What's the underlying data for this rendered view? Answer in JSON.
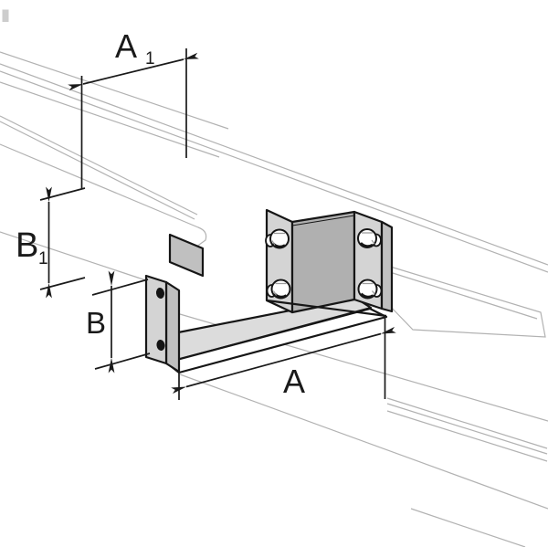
{
  "diagram": {
    "title": "bracket-dimension-drawing",
    "colors": {
      "background": "#ffffff",
      "outline": "#161616",
      "dimension": "#1a1a1a",
      "rail_line": "#b2b2b2",
      "fill_light": "#d4d4d4",
      "fill_mid": "#c0c0c0",
      "fill_dark": "#b0b0b0",
      "fill_floor": "#dcdcdc",
      "corner_mark": "#cdcdcd"
    },
    "dimensions": {
      "a1": {
        "main": "A",
        "sub": "1"
      },
      "b1": {
        "main": "B",
        "sub": "1"
      },
      "b": {
        "main": "B"
      },
      "a": {
        "main": "A"
      }
    }
  }
}
